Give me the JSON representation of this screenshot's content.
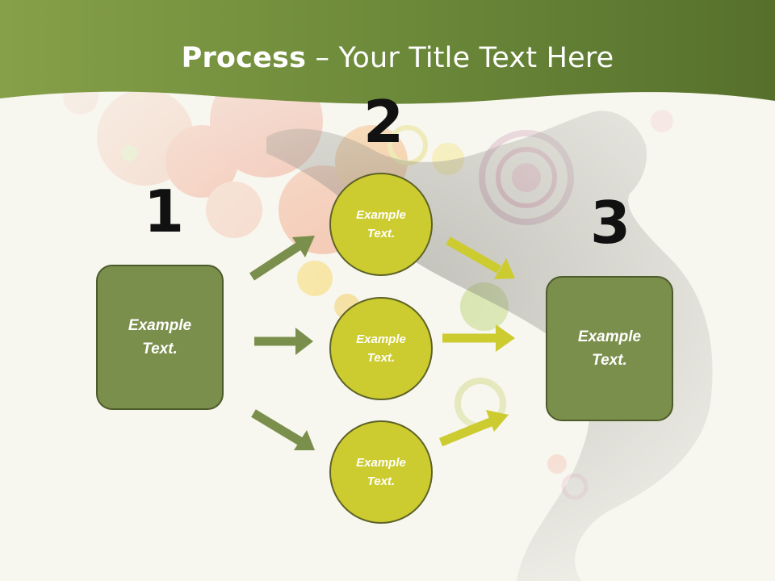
{
  "slide": {
    "title_bold": "Process",
    "title_rest": " – Your Title Text Here"
  },
  "steps": [
    {
      "number": "1",
      "text": "Example Text."
    },
    {
      "number": "2",
      "text": ""
    },
    {
      "number": "3",
      "text": "Example Text."
    }
  ],
  "circles": [
    {
      "text": "Example Text."
    },
    {
      "text": "Example Text."
    },
    {
      "text": "Example Text."
    }
  ],
  "colors": {
    "header": "#6e8a3c",
    "box_fill": "#7b8f4c",
    "circle_fill": "#cccb2f",
    "left_arrow": "#7b8f4c",
    "right_arrow": "#cccb2f"
  }
}
